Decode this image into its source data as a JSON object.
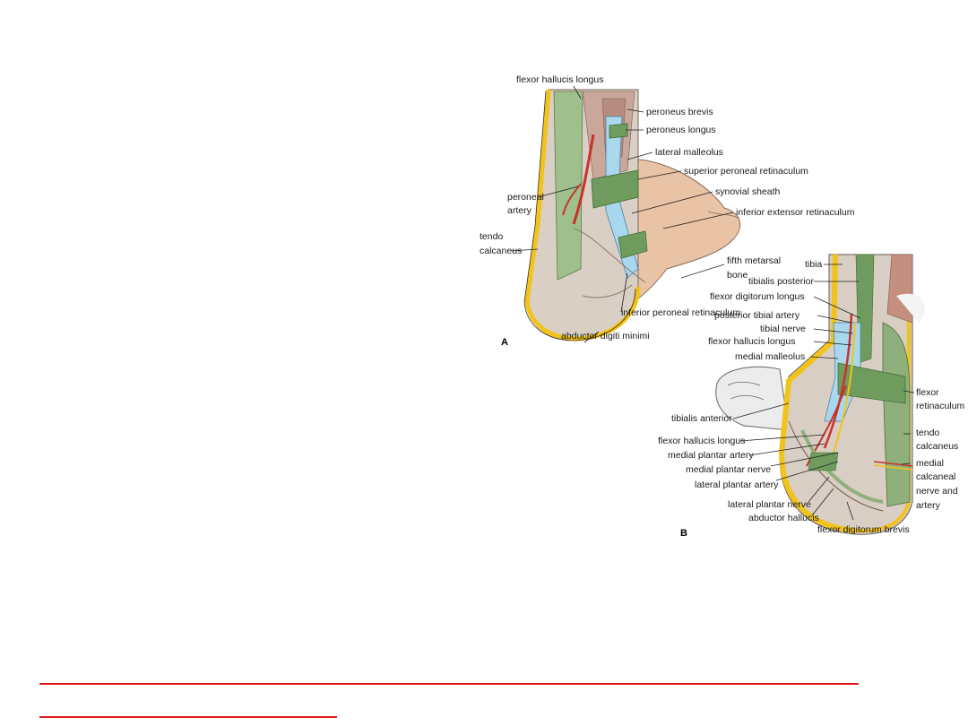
{
  "figure": {
    "panel_a": {
      "letter": "A",
      "labels": {
        "flexor_hallucis_longus": "flexor hallucis longus",
        "peroneus_brevis": "peroneus brevis",
        "peroneus_longus": "peroneus longus",
        "lateral_malleolus": "lateral malleolus",
        "superior_peroneal_retinaculum": "superior peroneal retinaculum",
        "synovial_sheath": "synovial sheath",
        "peroneal_artery_1": "peroneal",
        "peroneal_artery_2": "artery",
        "inferior_extensor_retinaculum": "inferior extensor retinaculum",
        "tendo_calcaneus_1": "tendo",
        "tendo_calcaneus_2": "calcaneus",
        "fifth_metatarsal_1": "fifth metarsal",
        "fifth_metatarsal_2": "bone",
        "inferior_peroneal_retinaculum": "inferior peroneal retinaculum",
        "abductor_digiti_minimi": "abductor digiti minimi"
      }
    },
    "panel_b": {
      "letter": "B",
      "labels": {
        "tibia": "tibia",
        "tibialis_posterior": "tibialis posterior",
        "flexor_digitorum_longus": "flexor digitorum longus",
        "posterior_tibial_artery": "posterior tibial artery",
        "tibial_nerve": "tibial nerve",
        "flexor_hallucis_longus": "flexor hallucis longus",
        "medial_malleolus": "medial malleolus",
        "flexor_retinaculum_1": "flexor",
        "flexor_retinaculum_2": "retinaculum",
        "tibialis_anterior": "tibialis anterior",
        "flexor_hallucis_longus_2": "flexor hallucis longus",
        "tendo_calcaneus_1": "tendo",
        "tendo_calcaneus_2": "calcaneus",
        "medial_plantar_artery": "medial plantar artery",
        "medial_plantar_nerve": "medial plantar nerve",
        "medial_calcaneal_1": "medial",
        "medial_calcaneal_2": "calcaneal",
        "medial_calcaneal_3": "nerve and",
        "medial_calcaneal_4": "artery",
        "lateral_plantar_artery": "lateral plantar artery",
        "lateral_plantar_nerve": "lateral plantar nerve",
        "abductor_hallucis": "abductor hallucis",
        "flexor_digitorum_brevis": "flexor digitorum brevis"
      }
    }
  },
  "colors": {
    "rule": "#e11b1b",
    "tendon_sheath": "#a9d8ee",
    "fat_band": "#f2c318",
    "muscle_green": "#8fb07a",
    "skin": "#e9c3a6",
    "artery": "#c9322b"
  }
}
